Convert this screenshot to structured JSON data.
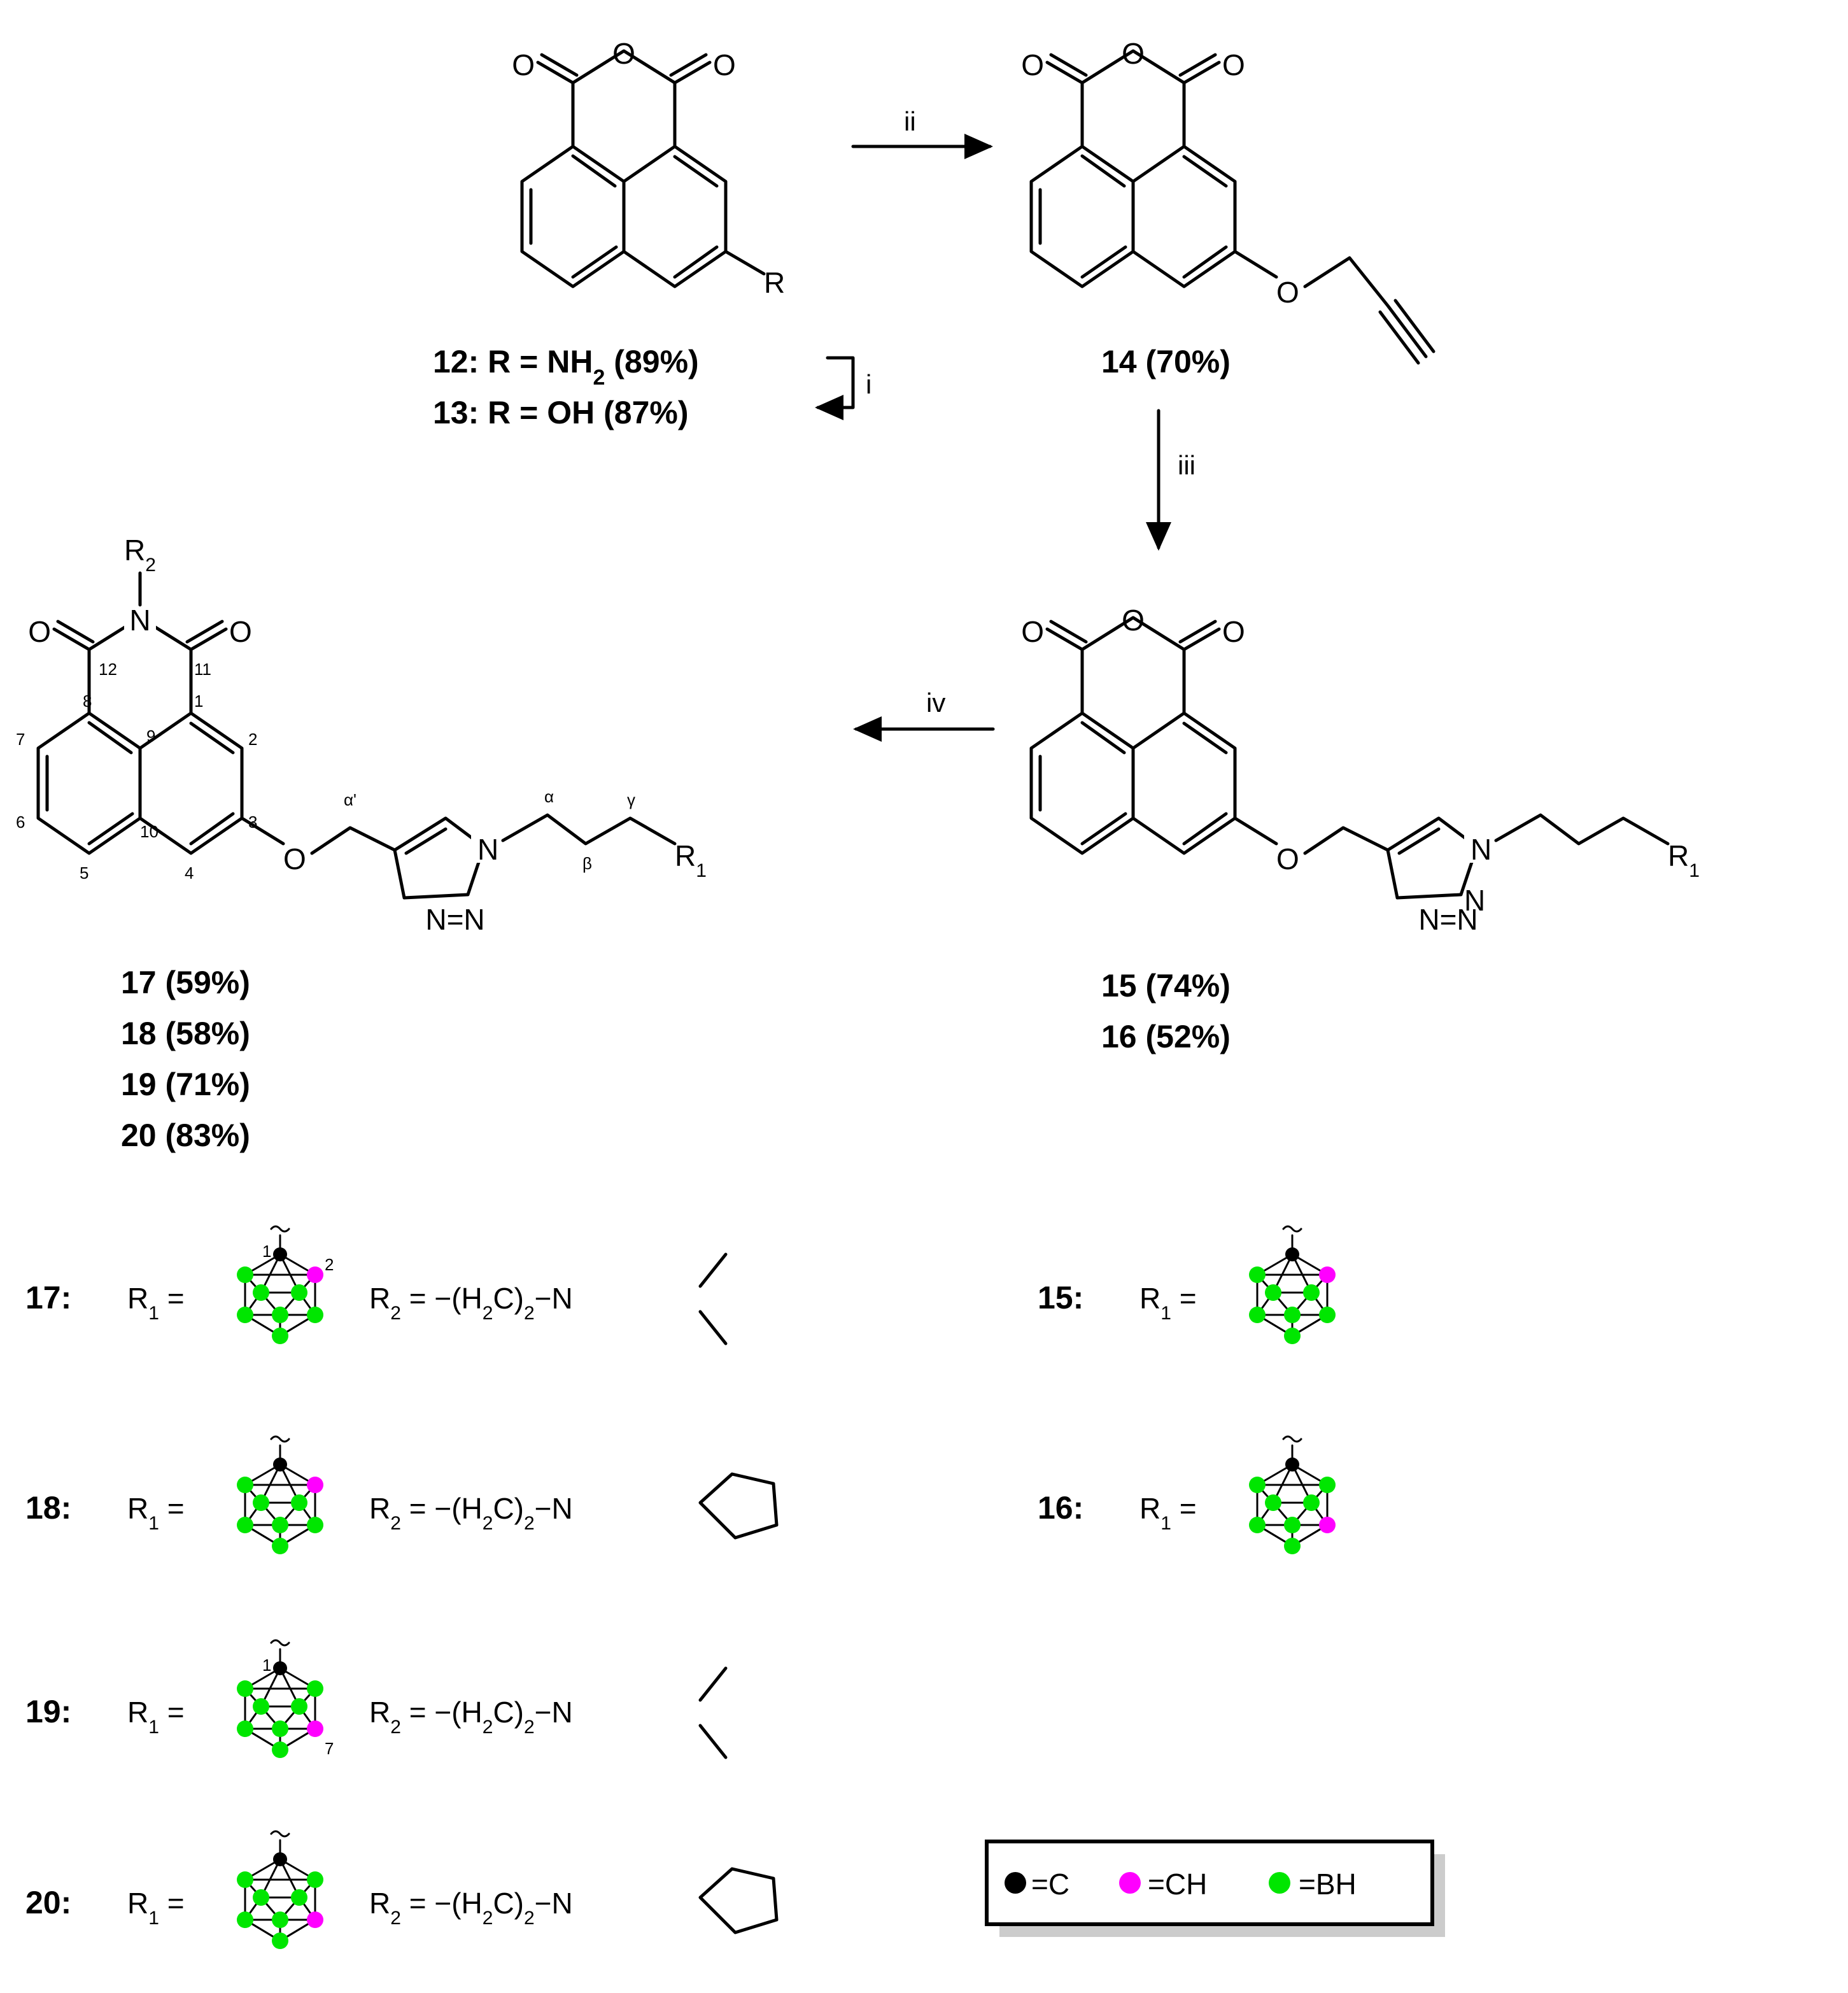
{
  "compounds": {
    "c12": {
      "id": "12",
      "formula": ": R = NH",
      "sub": "2",
      "yield": " (89%)"
    },
    "c13": {
      "id": "13",
      "formula": ": R = OH  (87%)"
    },
    "c14": {
      "id": "14",
      "yield": " (70%)"
    },
    "c15": {
      "id": "15",
      "yield": " (74%)"
    },
    "c16": {
      "id": "16",
      "yield": " (52%)"
    },
    "c17": {
      "id": "17",
      "yield": " (59%)"
    },
    "c18": {
      "id": "18",
      "yield": " (58%)"
    },
    "c19": {
      "id": "19",
      "yield": " (71%)"
    },
    "c20": {
      "id": "20",
      "yield": " (83%)"
    }
  },
  "steps": {
    "i": "i",
    "ii": "ii",
    "iii": "iii",
    "iv": "iv"
  },
  "atoms": {
    "O": "O",
    "N": "N",
    "R": "R",
    "R1": "R",
    "R2": "R",
    "one": "1",
    "two": "2",
    "NN": "N=N"
  },
  "positions": {
    "p1": "1",
    "p2": "2",
    "p3": "3",
    "p4": "4",
    "p5": "5",
    "p6": "6",
    "p7": "7",
    "p8": "8",
    "p9": "9",
    "p10": "10",
    "p11": "11",
    "p12": "12",
    "alpha": "α",
    "beta": "β",
    "gamma": "γ",
    "alphap": "α'"
  },
  "substituents": {
    "r1_prefix": "R",
    "r2_prefix": "R",
    "eq": " =",
    "r2_value_a": " = −(H",
    "r2_value_b": "C)",
    "r2_value_c": "2",
    "r2_value_d": "−N",
    "rows": [
      {
        "id": "17:",
        "amine": "dimethyl",
        "cage_label_top": "1",
        "cage_label_side": "2"
      },
      {
        "id": "18:",
        "amine": "pyrrolidine"
      },
      {
        "id": "19:",
        "amine": "dimethyl",
        "cage_label_top": "1",
        "cage_label_side": "7"
      },
      {
        "id": "20:",
        "amine": "pyrrolidine"
      },
      {
        "id": "15:"
      },
      {
        "id": "16:"
      }
    ]
  },
  "legend": {
    "c": "=C",
    "ch": "=CH",
    "bh": "=BH"
  },
  "colors": {
    "carbon": "#000000",
    "ch": "#ff00ff",
    "bh": "#00e600"
  }
}
